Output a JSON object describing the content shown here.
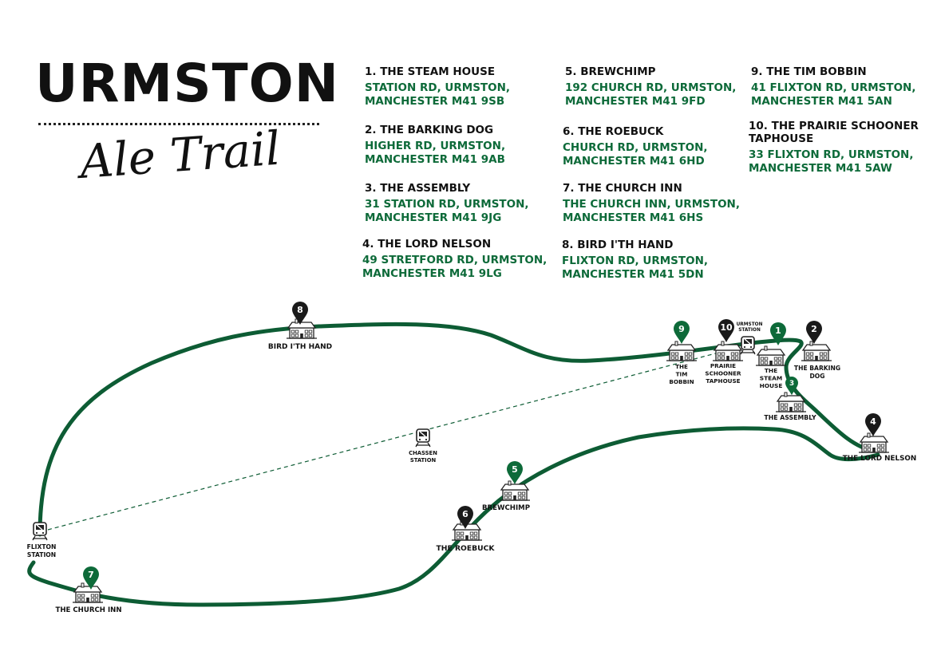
{
  "title": "URMSTON",
  "subtitle": "Ale Trail",
  "pubs": [
    {
      "name": "1. THE STEAM HOUSE",
      "address": [
        "STATION RD, URMSTON,",
        "MANCHESTER M41 9SB"
      ]
    },
    {
      "name": "2. THE BARKING DOG",
      "address": [
        "HIGHER RD, URMSTON,",
        "MANCHESTER M41 9AB"
      ]
    },
    {
      "name": "3. THE ASSEMBLY",
      "address": [
        "31 STATION RD, URMSTON,",
        "MANCHESTER M41 9JG"
      ]
    },
    {
      "name": "4. THE LORD NELSON",
      "address": [
        "49 STRETFORD RD, URMSTON,",
        "MANCHESTER M41 9LG"
      ]
    },
    {
      "name": "5. BREWCHIMP",
      "address": [
        "192 CHURCH RD, URMSTON,",
        "MANCHESTER M41 9FD"
      ]
    },
    {
      "name": "6. THE ROEBUCK",
      "address": [
        "CHURCH RD, URMSTON,",
        "MANCHESTER M41 6HD"
      ]
    },
    {
      "name": "7. THE CHURCH INN",
      "address": [
        "THE CHURCH INN, URMSTON,",
        "MANCHESTER M41 6HS"
      ]
    },
    {
      "name": "8. BIRD I'TH HAND",
      "address": [
        "FLIXTON RD, URMSTON,",
        "MANCHESTER M41 5DN"
      ]
    },
    {
      "name": "9. THE TIM BOBBIN",
      "address": [
        "41 FLIXTON RD, URMSTON,",
        "MANCHESTER M41 5AN"
      ]
    },
    {
      "name": "10. THE PRAIRIE SCHOONER TAPHOUSE",
      "address": [
        "33 FLIXTON RD, URMSTON,",
        "MANCHESTER M41 5AW"
      ]
    }
  ],
  "map": {
    "route_color": "#0d5c34",
    "accent_color": "#0d6a39",
    "markers": [
      {
        "number": "1",
        "label": [
          "THE",
          "STEAM",
          "HOUSE"
        ],
        "color": "#0d6a39"
      },
      {
        "number": "2",
        "label": [
          "THE BARKING",
          "DOG"
        ],
        "color": "#1a1a1a"
      },
      {
        "number": "3",
        "label": [
          "THE ASSEMBLY"
        ],
        "color": "#0d6a39"
      },
      {
        "number": "4",
        "label": [
          "THE LORD NELSON"
        ],
        "color": "#1a1a1a"
      },
      {
        "number": "5",
        "label": [
          "BREWCHIMP"
        ],
        "color": "#0d6a39"
      },
      {
        "number": "6",
        "label": [
          "THE ROEBUCK"
        ],
        "color": "#1a1a1a"
      },
      {
        "number": "7",
        "label": [
          "THE CHURCH INN"
        ],
        "color": "#0d6a39"
      },
      {
        "number": "8",
        "label": [
          "BIRD I'TH HAND"
        ],
        "color": "#1a1a1a"
      },
      {
        "number": "9",
        "label": [
          "THE",
          "TIM",
          "BOBBIN"
        ],
        "color": "#0d6a39"
      },
      {
        "number": "10",
        "label": [
          "PRAIRIE",
          "SCHOONER",
          "TAPHOUSE"
        ],
        "color": "#1a1a1a"
      }
    ],
    "stations": [
      {
        "label": [
          "URMSTON",
          "STATION"
        ]
      },
      {
        "label": [
          "CHASSEN",
          "STATION"
        ]
      },
      {
        "label": [
          "FLIXTON",
          "STATION"
        ]
      }
    ],
    "icons": {
      "pub": "pub-building-icon",
      "pin": "map-pin-icon",
      "station": "train-icon"
    }
  }
}
